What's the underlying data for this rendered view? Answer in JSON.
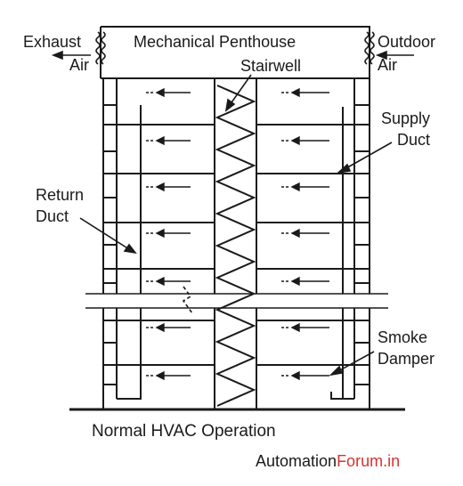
{
  "labels": {
    "exhaust_1": "Exhaust",
    "exhaust_2": "Air",
    "penthouse": "Mechanical Penthouse",
    "outdoor_1": "Outdoor",
    "outdoor_2": "Air",
    "stairwell": "Stairwell",
    "supply_1": "Supply",
    "supply_2": "Duct",
    "return_1": "Return",
    "return_2": "Duct",
    "smoke_1": "Smoke",
    "smoke_2": "Damper"
  },
  "caption": "Normal HVAC Operation",
  "watermark": {
    "part1": "Automation",
    "part2": "Forum.in",
    "accent_color": "#d6332f"
  },
  "colors": {
    "ink": "#1a1a1a",
    "background": "#ffffff"
  }
}
